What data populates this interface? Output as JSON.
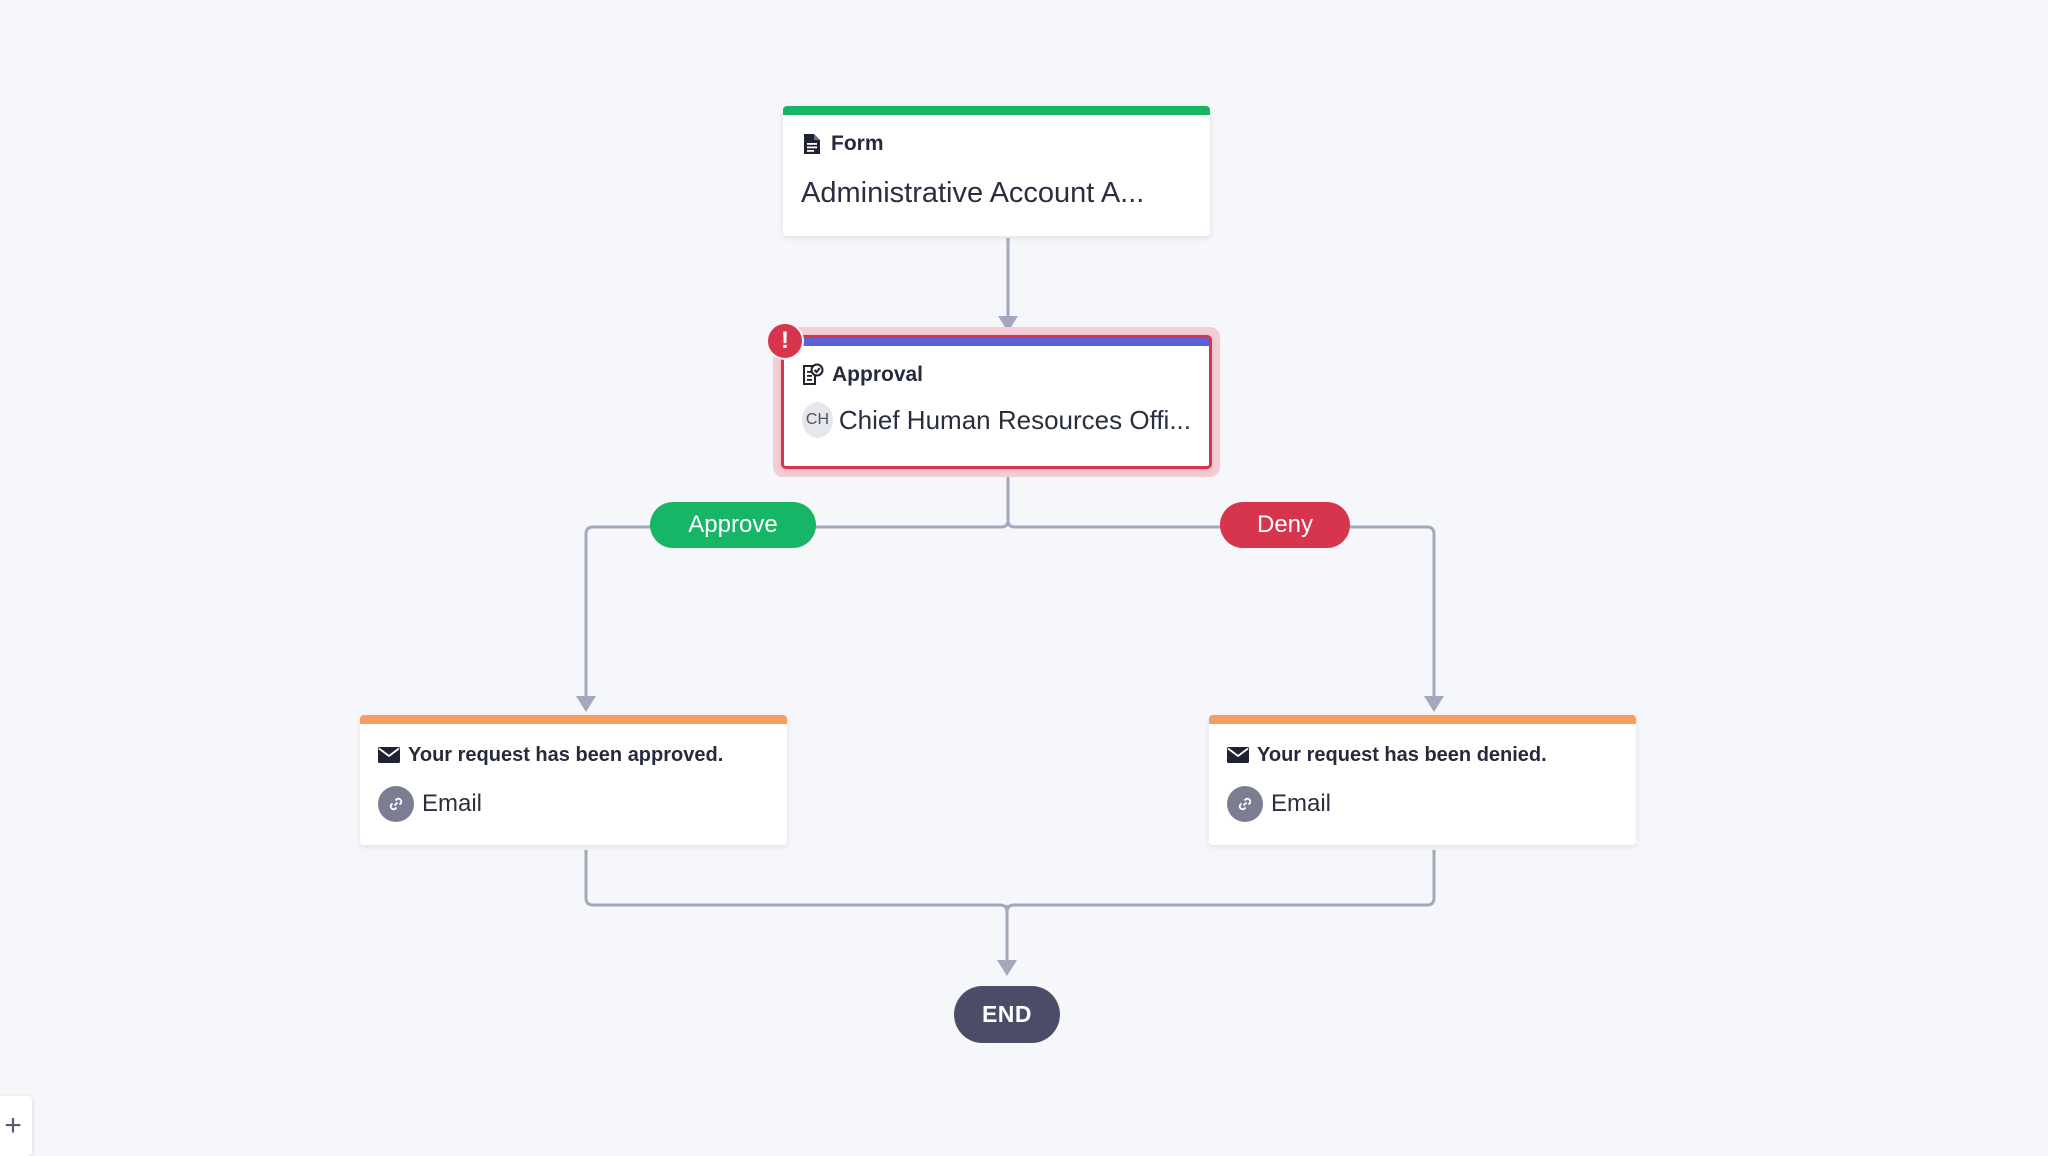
{
  "workflow": {
    "form_node": {
      "type_label": "Form",
      "title": "Administrative Account A...",
      "icon": "document-icon",
      "accent_color": "#17b566"
    },
    "approval_node": {
      "type_label": "Approval",
      "assignee_initials": "CH",
      "assignee": "Chief Human Resources Offi...",
      "icon": "approval-icon",
      "accent_color": "#5965d6",
      "error_badge": "!",
      "error_color": "#d7354e"
    },
    "branches": {
      "approve_label": "Approve",
      "approve_color": "#17b566",
      "deny_label": "Deny",
      "deny_color": "#d7354e"
    },
    "approved_email_node": {
      "title": "Your request has been approved.",
      "action": "Email",
      "icon": "envelope-icon",
      "action_icon": "link-icon",
      "accent_color": "#f79e5f"
    },
    "denied_email_node": {
      "title": "Your request has been denied.",
      "action": "Email",
      "icon": "envelope-icon",
      "action_icon": "link-icon",
      "accent_color": "#f79e5f"
    },
    "end_node": {
      "label": "END",
      "color": "#4b4d68"
    }
  },
  "controls": {
    "zoom_in_label": "+"
  }
}
